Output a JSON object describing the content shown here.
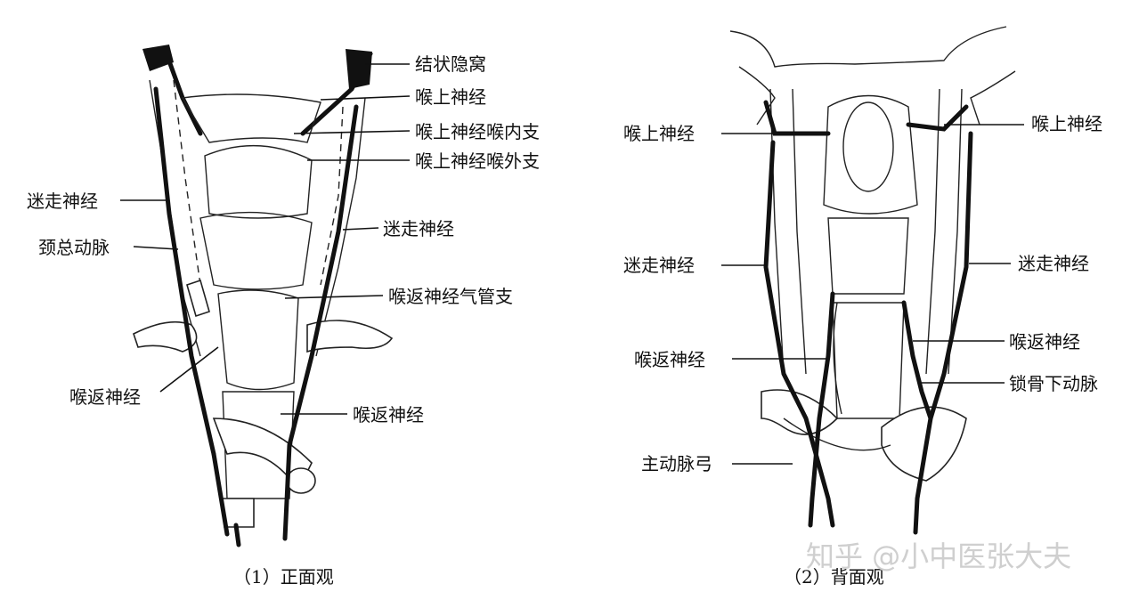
{
  "left_panel": {
    "caption": "（1）正面观",
    "labels": {
      "piriform_recess": "结状隐窝",
      "superior_laryngeal": "喉上神经",
      "internal_branch": "喉上神经喉内支",
      "external_branch": "喉上神经喉外支",
      "vagus_left": "迷走神经",
      "vagus_right": "迷走神经",
      "common_carotid": "颈总动脉",
      "tracheal_branch": "喉返神经气管支",
      "recurrent_left": "喉返神经",
      "recurrent_right": "喉返神经"
    }
  },
  "right_panel": {
    "caption": "（2）背面观",
    "labels": {
      "superior_left": "喉上神经",
      "superior_right": "喉上神经",
      "vagus_left": "迷走神经",
      "vagus_right": "迷走神经",
      "recurrent_left": "喉返神经",
      "recurrent_right": "喉返神经",
      "subclavian": "锁骨下动脉",
      "aortic_arch": "主动脉弓"
    }
  },
  "watermark": "知乎 @小中医张大夫"
}
